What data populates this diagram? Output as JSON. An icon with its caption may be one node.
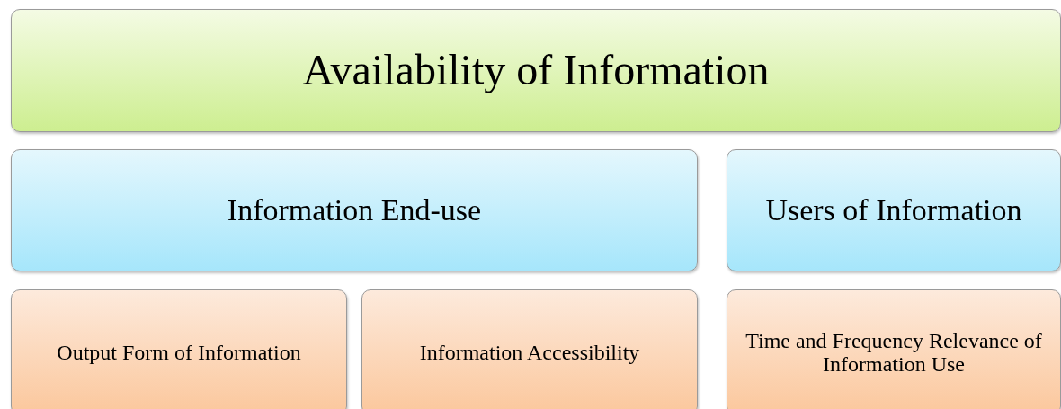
{
  "diagram": {
    "nodes": [
      {
        "text": [
          "Availability of Information"
        ]
      },
      {
        "text": [
          "Information End-use"
        ]
      },
      {
        "text": [
          "Users of Information"
        ]
      },
      {
        "text": [
          "Output Form of Information"
        ]
      },
      {
        "text": [
          "Information Accessibility"
        ]
      },
      {
        "text": [
          "Time and Frequency Relevance of Information Use"
        ]
      }
    ]
  }
}
